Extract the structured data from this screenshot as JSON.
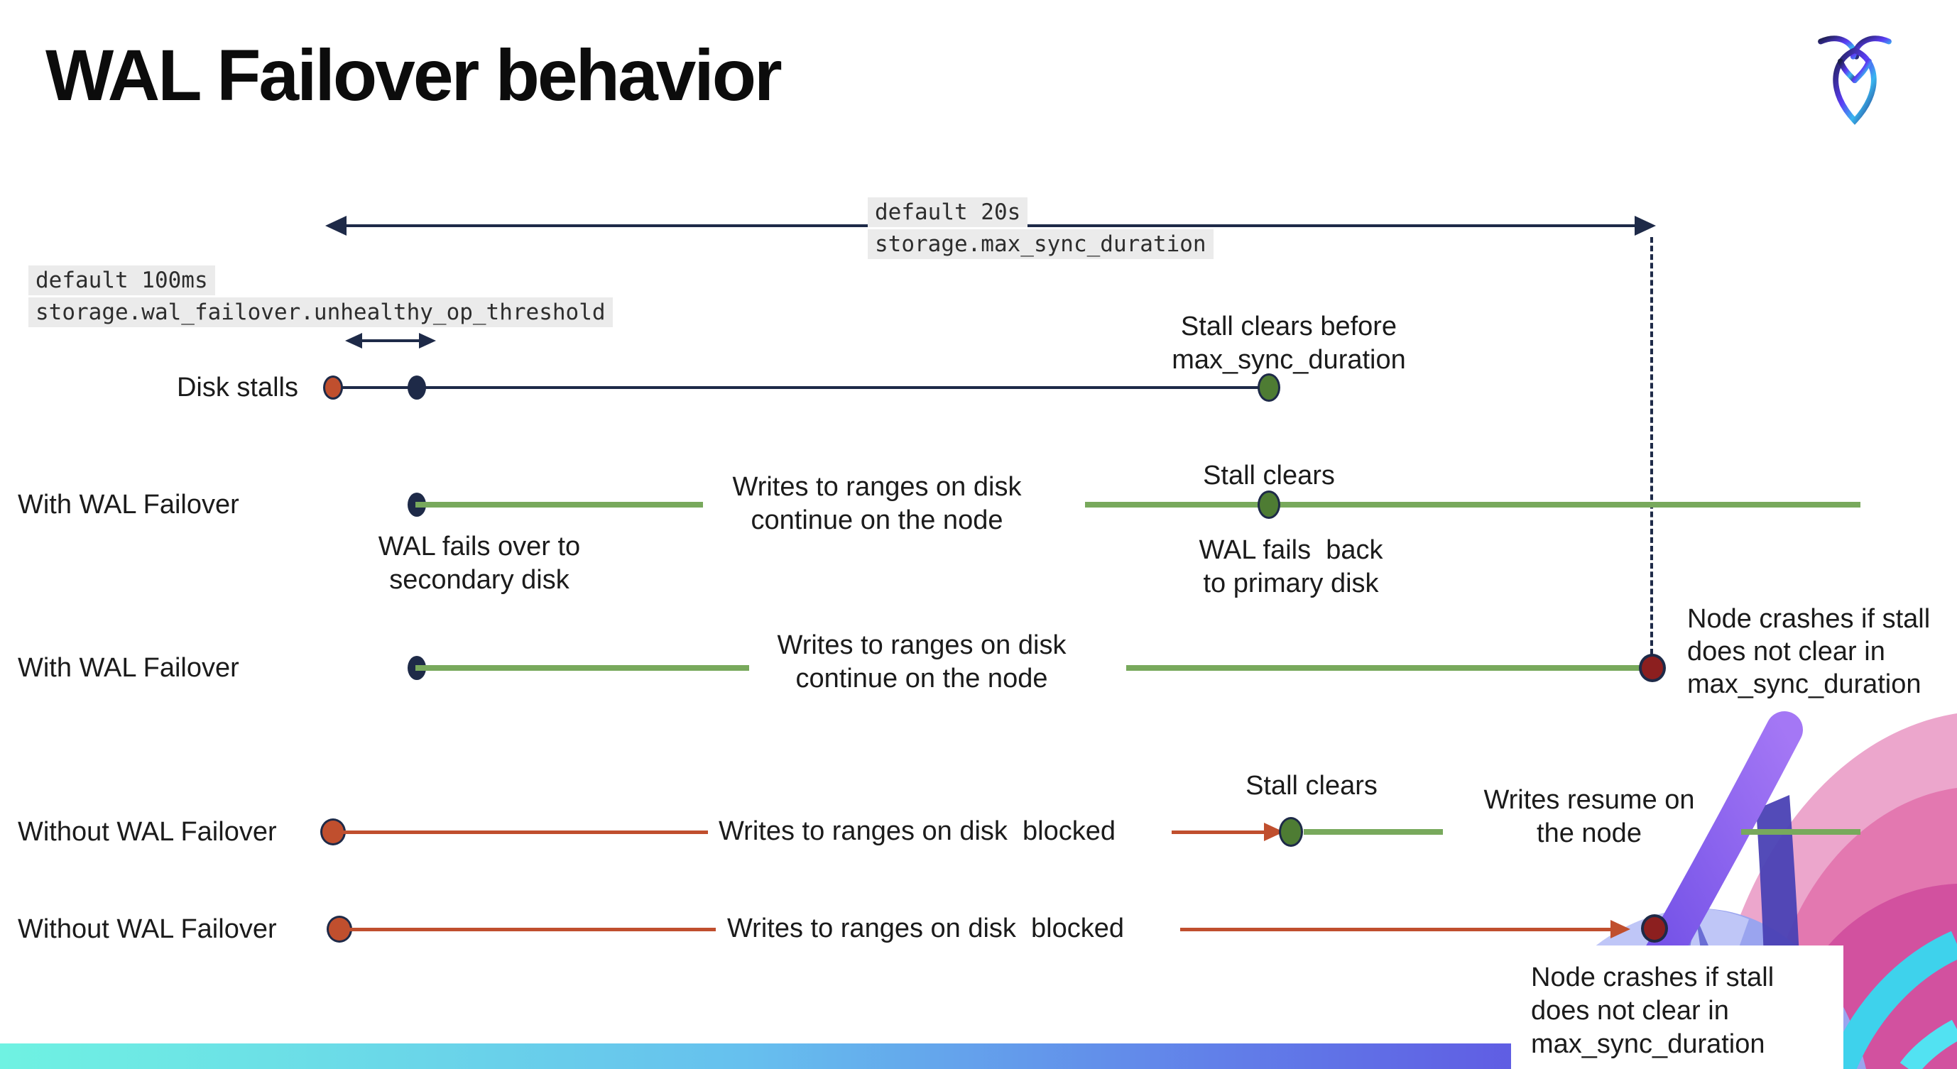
{
  "title": "WAL Failover behavior",
  "icons": {
    "logo": "cockroach-bug-logo"
  },
  "colors": {
    "navy": "#1e2a48",
    "green": "#78a95c",
    "green-dot": "#4e7c33",
    "red": "#c04f2e",
    "maroon": "#8c1f1f",
    "code-bg": "#ebebeb",
    "code-text": "#2d2d2d",
    "text": "#1b1b1b",
    "title-text": "#0c0c0c",
    "bar-cyan": "#6ff2e2",
    "bar-blue": "#66c0ee",
    "bar-indigo": "#5f57e2",
    "bar-violet": "#7445e6"
  },
  "annotations": {
    "max_sync": {
      "default": "default 20s",
      "setting": "storage.max_sync_duration"
    },
    "threshold": {
      "default": "default 100ms",
      "setting": "storage.wal_failover.unhealthy_op_threshold"
    }
  },
  "rows": {
    "disk_stalls": {
      "label": "Disk stalls",
      "stall_note_line1": "Stall clears before",
      "stall_note_line2": "max_sync_duration"
    },
    "with_failover_1": {
      "label": "With WAL Failover",
      "writes_line1": "Writes to ranges on disk",
      "writes_line2": "continue on the node",
      "stall_clears": "Stall clears",
      "failover_line1": "WAL fails over to",
      "failover_line2": "secondary disk",
      "failback_line1": "WAL fails  back",
      "failback_line2": "to primary disk"
    },
    "with_failover_2": {
      "label": "With WAL Failover",
      "writes_line1": "Writes to ranges on disk",
      "writes_line2": "continue on the node",
      "crash_line1": "Node crashes if stall",
      "crash_line2": "does not clear in",
      "crash_line3": "max_sync_duration"
    },
    "without_failover_1": {
      "label": "Without WAL Failover",
      "writes_blocked": "Writes to ranges on disk  blocked",
      "stall_clears": "Stall clears",
      "resume_line1": "Writes resume on",
      "resume_line2": "the node"
    },
    "without_failover_2": {
      "label": "Without WAL Failover",
      "writes_blocked": "Writes to ranges on disk  blocked",
      "crash_line1": "Node crashes if stall",
      "crash_line2": "does not clear in",
      "crash_line3": "max_sync_duration"
    }
  }
}
